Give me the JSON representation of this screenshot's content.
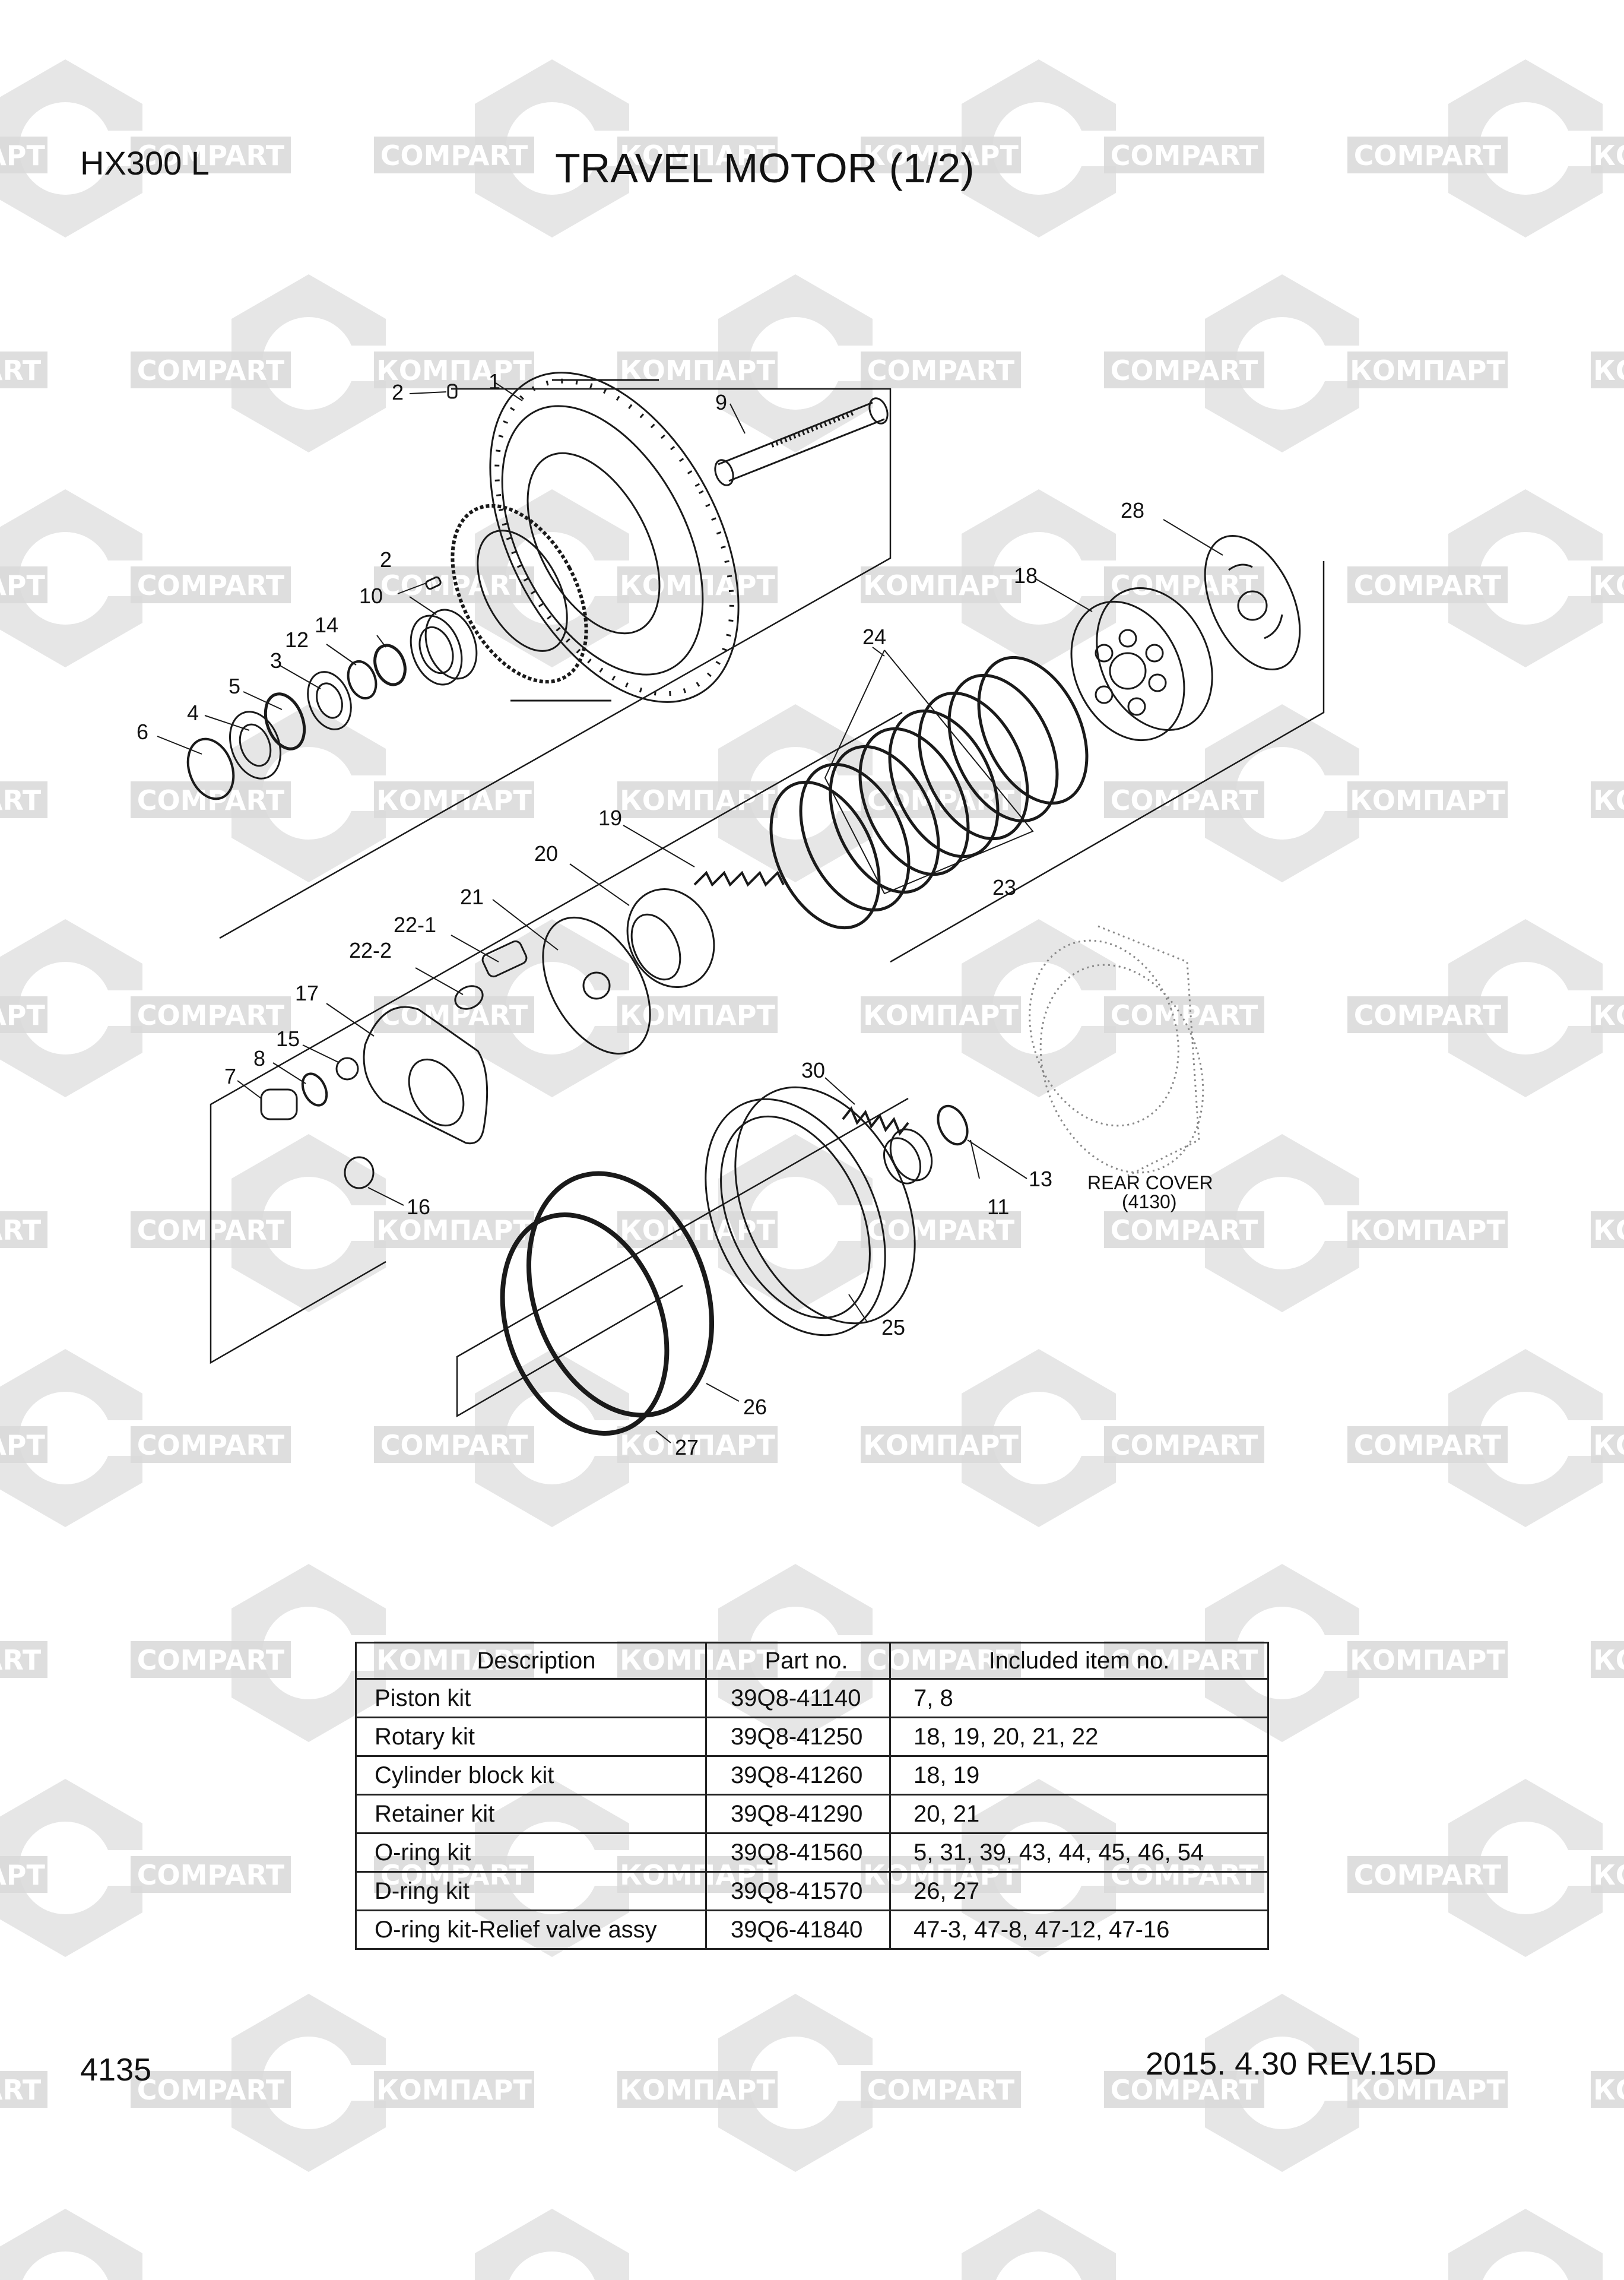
{
  "header": {
    "model": "HX300 L",
    "title": "TRAVEL MOTOR (1/2)"
  },
  "footer": {
    "page_no": "4135",
    "date_rev": "2015. 4.30  REV.15D"
  },
  "watermark": {
    "brand_latin": "COMPART",
    "brand_cyrillic": "КОМПАРТ",
    "color": "#d8d8d8"
  },
  "diagram": {
    "rear_cover_label": "REAR COVER",
    "rear_cover_code": "(4130)",
    "callouts": [
      "1",
      "2",
      "2",
      "3",
      "4",
      "5",
      "6",
      "7",
      "8",
      "9",
      "10",
      "11",
      "12",
      "13",
      "14",
      "15",
      "16",
      "17",
      "18",
      "19",
      "20",
      "21",
      "22-1",
      "22-2",
      "23",
      "24",
      "25",
      "26",
      "27",
      "28",
      "30"
    ]
  },
  "kit_table": {
    "headers": [
      "Description",
      "Part no.",
      "Included item no."
    ],
    "rows": [
      [
        "Piston kit",
        "39Q8-41140",
        "7, 8"
      ],
      [
        "Rotary kit",
        "39Q8-41250",
        "18, 19, 20, 21, 22"
      ],
      [
        "Cylinder block kit",
        "39Q8-41260",
        "18, 19"
      ],
      [
        "Retainer kit",
        "39Q8-41290",
        "20, 21"
      ],
      [
        "O-ring kit",
        "39Q8-41560",
        "5, 31, 39, 43, 44, 45, 46, 54"
      ],
      [
        "D-ring kit",
        "39Q8-41570",
        "26, 27"
      ],
      [
        "O-ring kit-Relief valve assy",
        "39Q6-41840",
        "47-3, 47-8, 47-12, 47-16"
      ]
    ]
  }
}
